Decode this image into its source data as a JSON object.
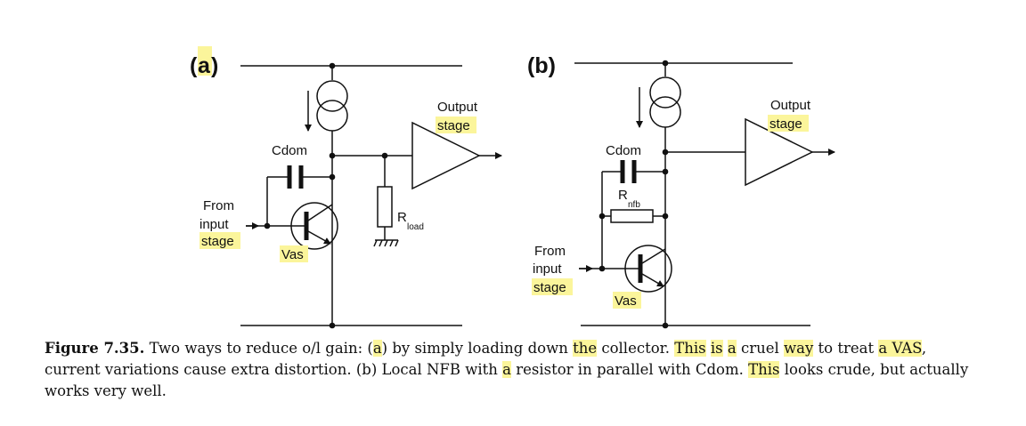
{
  "panels": {
    "a": {
      "label": "a",
      "cdom": "Cdom",
      "from": "From",
      "input": "input",
      "stage": "stage",
      "vas": "Vas",
      "output": "Output",
      "output_stage": "stage",
      "rload_main": "R",
      "rload_sub": "load"
    },
    "b": {
      "label": "(b)",
      "cdom": "Cdom",
      "rnfb_main": "R",
      "rnfb_sub": "nfb",
      "from": "From",
      "input": "input",
      "stage": "stage",
      "vas": "Vas",
      "output": "Output",
      "output_stage": "stage"
    }
  },
  "caption": {
    "figure_label": "Figure 7.35.",
    "p1": " Two ways to reduce o/l gain: (",
    "h1": "a",
    "p2": ") by simply loading down ",
    "h2": "the",
    "p3": " collector. ",
    "h3": "This",
    "p4": " ",
    "h4": "is",
    "p5": " ",
    "h5": "a",
    "p6": " cruel ",
    "h6": "way",
    "p7": " to treat ",
    "h7": "a VAS",
    "p8": ",",
    "line2a": "current variations cause extra distortion. (b) Local NFB with ",
    "h8": "a",
    "p9": " resistor in parallel with Cdom. ",
    "h9": "This",
    "p10": " looks crude, but actually",
    "line3": "works very well."
  }
}
